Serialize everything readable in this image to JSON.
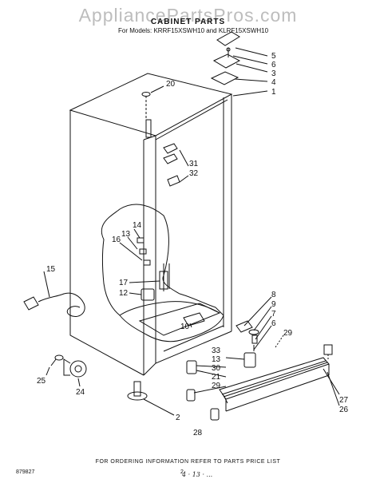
{
  "watermark": "AppliancePartsPros.com",
  "title": "CABINET PARTS",
  "subtitle": "For Models: KRRF15XSWH10    and KLRF15XSWH10",
  "footer": "FOR ORDERING INFORMATION REFER TO PARTS PRICE LIST",
  "drawing_code": "879827",
  "page_number": "2",
  "handwriting": "4 · 13 · ...",
  "callouts": {
    "c5": "5",
    "c6": "6",
    "c3": "3",
    "c4": "4",
    "c1": "1",
    "c20": "20",
    "c31": "31",
    "c32": "32",
    "c14": "14",
    "c13": "13",
    "c16": "16",
    "c15": "15",
    "c17": "17",
    "c12": "12",
    "c10": "10",
    "c8": "8",
    "c9": "9",
    "c7": "7",
    "c6b": "6",
    "c29": "29",
    "c33": "33",
    "c13b": "13",
    "c30": "30",
    "c21": "21",
    "c29b": "29",
    "c25": "25",
    "c24": "24",
    "c2": "2",
    "c27": "27",
    "c26": "26",
    "c28": "28"
  },
  "colors": {
    "ink": "#111111",
    "watermark": "#bdbdbd",
    "background": "#ffffff"
  }
}
